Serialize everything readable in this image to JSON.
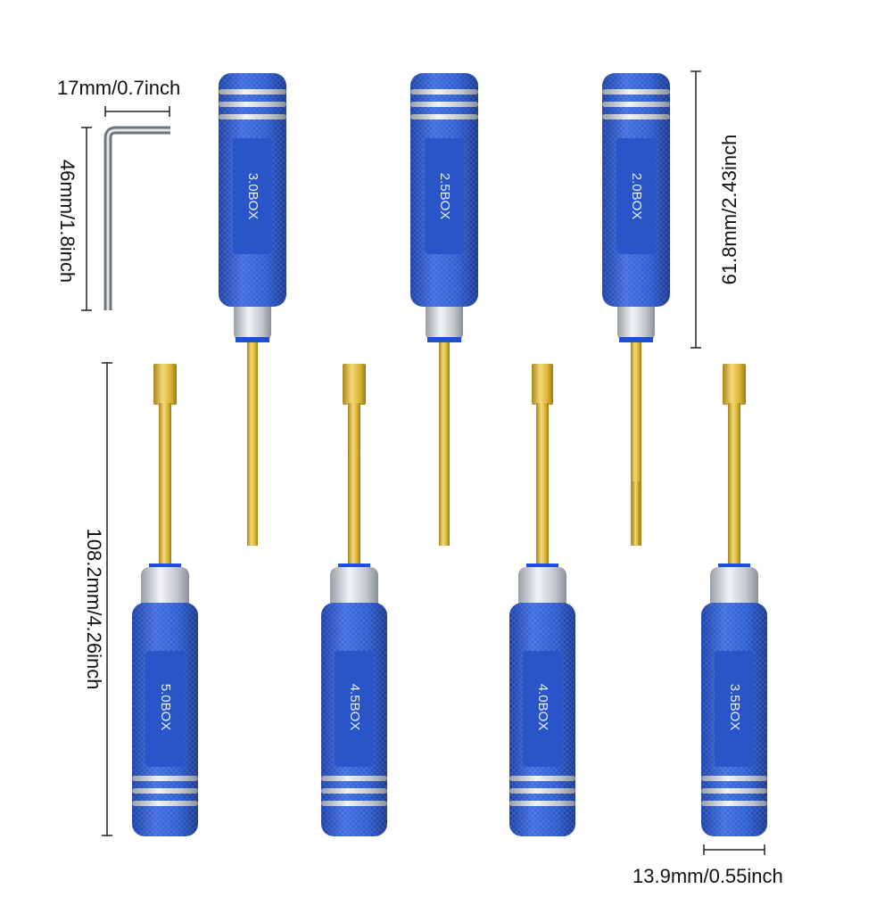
{
  "colors": {
    "handle_blue": "#2d5bd1",
    "handle_dark": "#1c3fa6",
    "handle_light": "#4b78e6",
    "silver": "#c9ccd2",
    "gold": "#d9b233",
    "gold_dark": "#a8861d",
    "line": "#222222"
  },
  "dimensions": {
    "hex_key_width": "17mm/0.7inch",
    "hex_key_length": "46mm/1.8inch",
    "handle_length": "61.8mm/2.43inch",
    "total_length": "108.2mm/4.26inch",
    "handle_diameter": "13.9mm/0.55inch"
  },
  "drivers_top": [
    {
      "label": "3.0BOX"
    },
    {
      "label": "2.5BOX"
    },
    {
      "label": "2.0BOX"
    }
  ],
  "drivers_bottom": [
    {
      "label": "5.0BOX"
    },
    {
      "label": "4.5BOX"
    },
    {
      "label": "4.0BOX"
    },
    {
      "label": "3.5BOX"
    }
  ],
  "icons": [
    "hex-key-icon",
    "screwdriver-icon"
  ]
}
